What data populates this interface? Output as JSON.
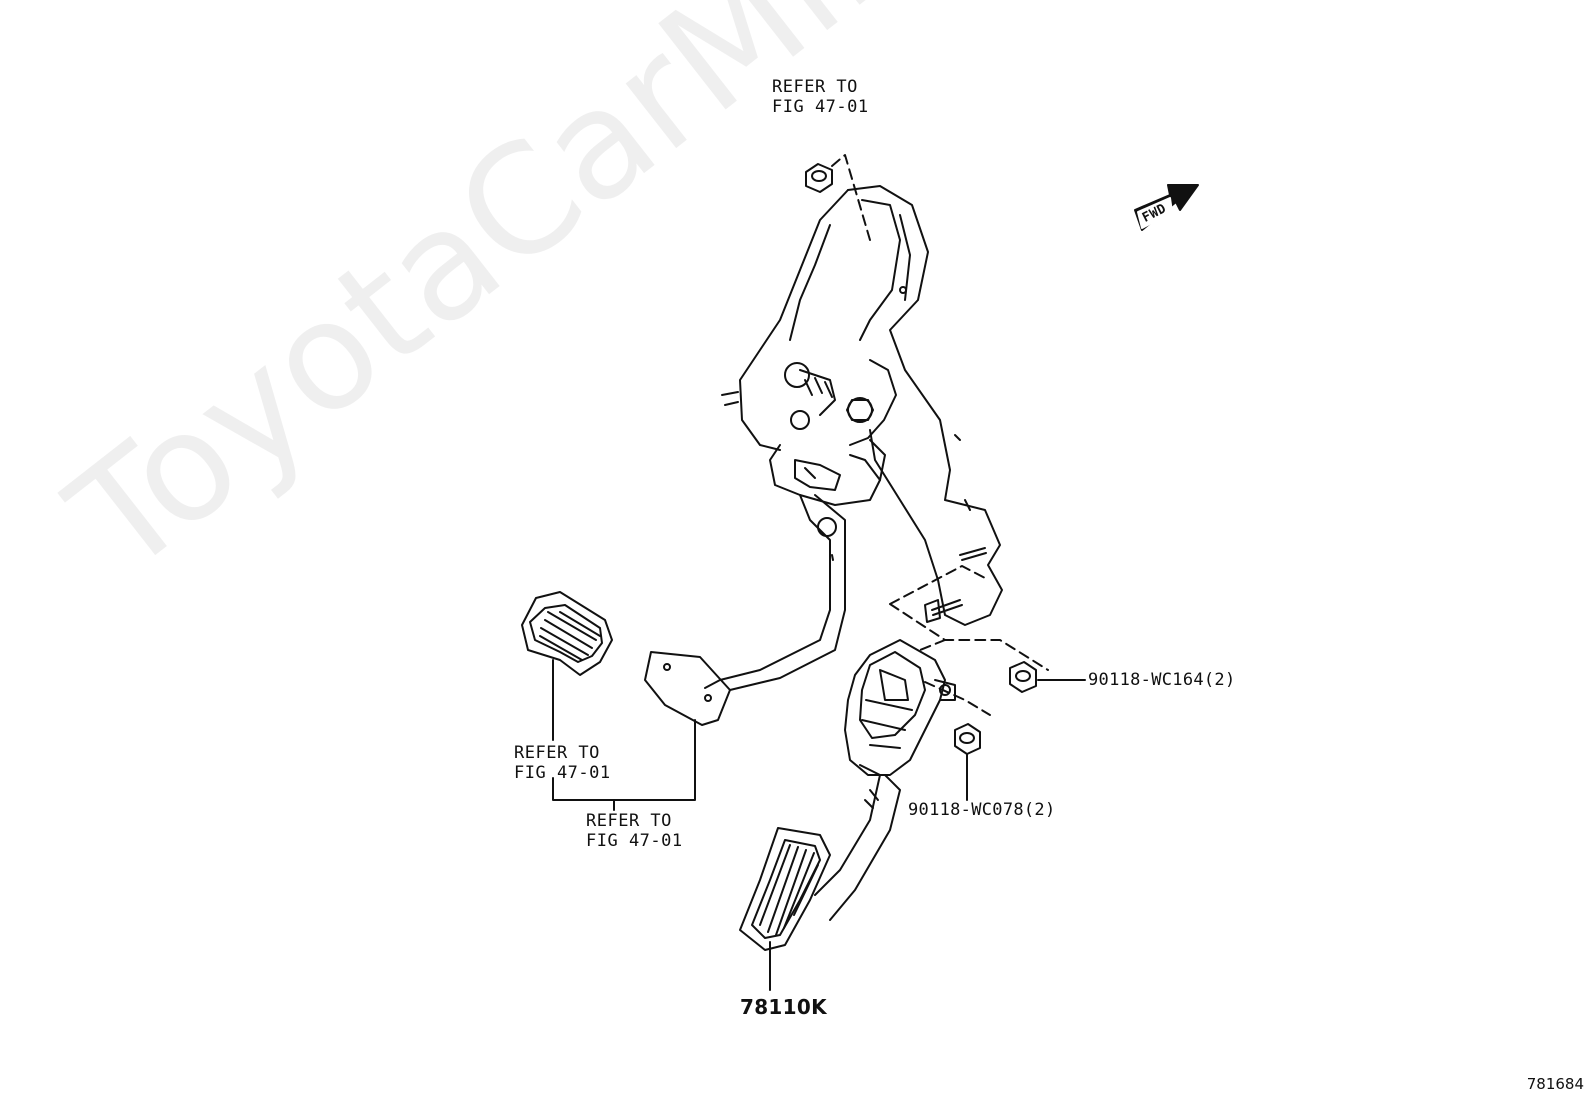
{
  "watermark": "ToyotaCarMine.ru",
  "refer_top": {
    "line1": "REFER TO",
    "line2": "FIG 47-01"
  },
  "refer_left": {
    "line1": "REFER TO",
    "line2": "FIG 47-01"
  },
  "refer_bottom": {
    "line1": "REFER TO",
    "line2": "FIG 47-01"
  },
  "fwd_label": "FWD",
  "parts": {
    "nut_upper": "90118-WC164(2)",
    "nut_lower": "90118-WC078(2)",
    "pedal_assy": "78110K"
  },
  "image_id": "781684"
}
